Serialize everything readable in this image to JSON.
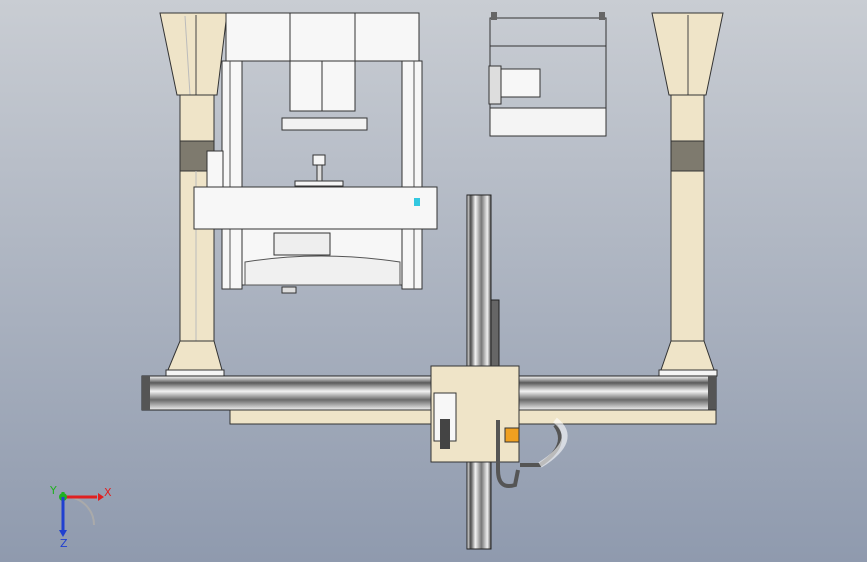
{
  "viewport": {
    "background_top": "#c9cdd3",
    "background_bottom": "#8f9aae"
  },
  "colors": {
    "cream": "#efe4c8",
    "cream_dark": "#d8cba8",
    "band": "#7e7a6e",
    "white_part": "#f7f7f7",
    "outline": "#2b2b2b",
    "rail_dark": "#3a3a3a",
    "rail_mid": "#8d8d8d",
    "cyan_accent": "#33c8e0",
    "orange_accent": "#f0a020",
    "cable": "#555555"
  },
  "triad": {
    "x_label": "X",
    "y_label": "Y",
    "z_label": "Z",
    "x_color": "#e02020",
    "y_color": "#20b020",
    "z_color": "#2040d0"
  }
}
